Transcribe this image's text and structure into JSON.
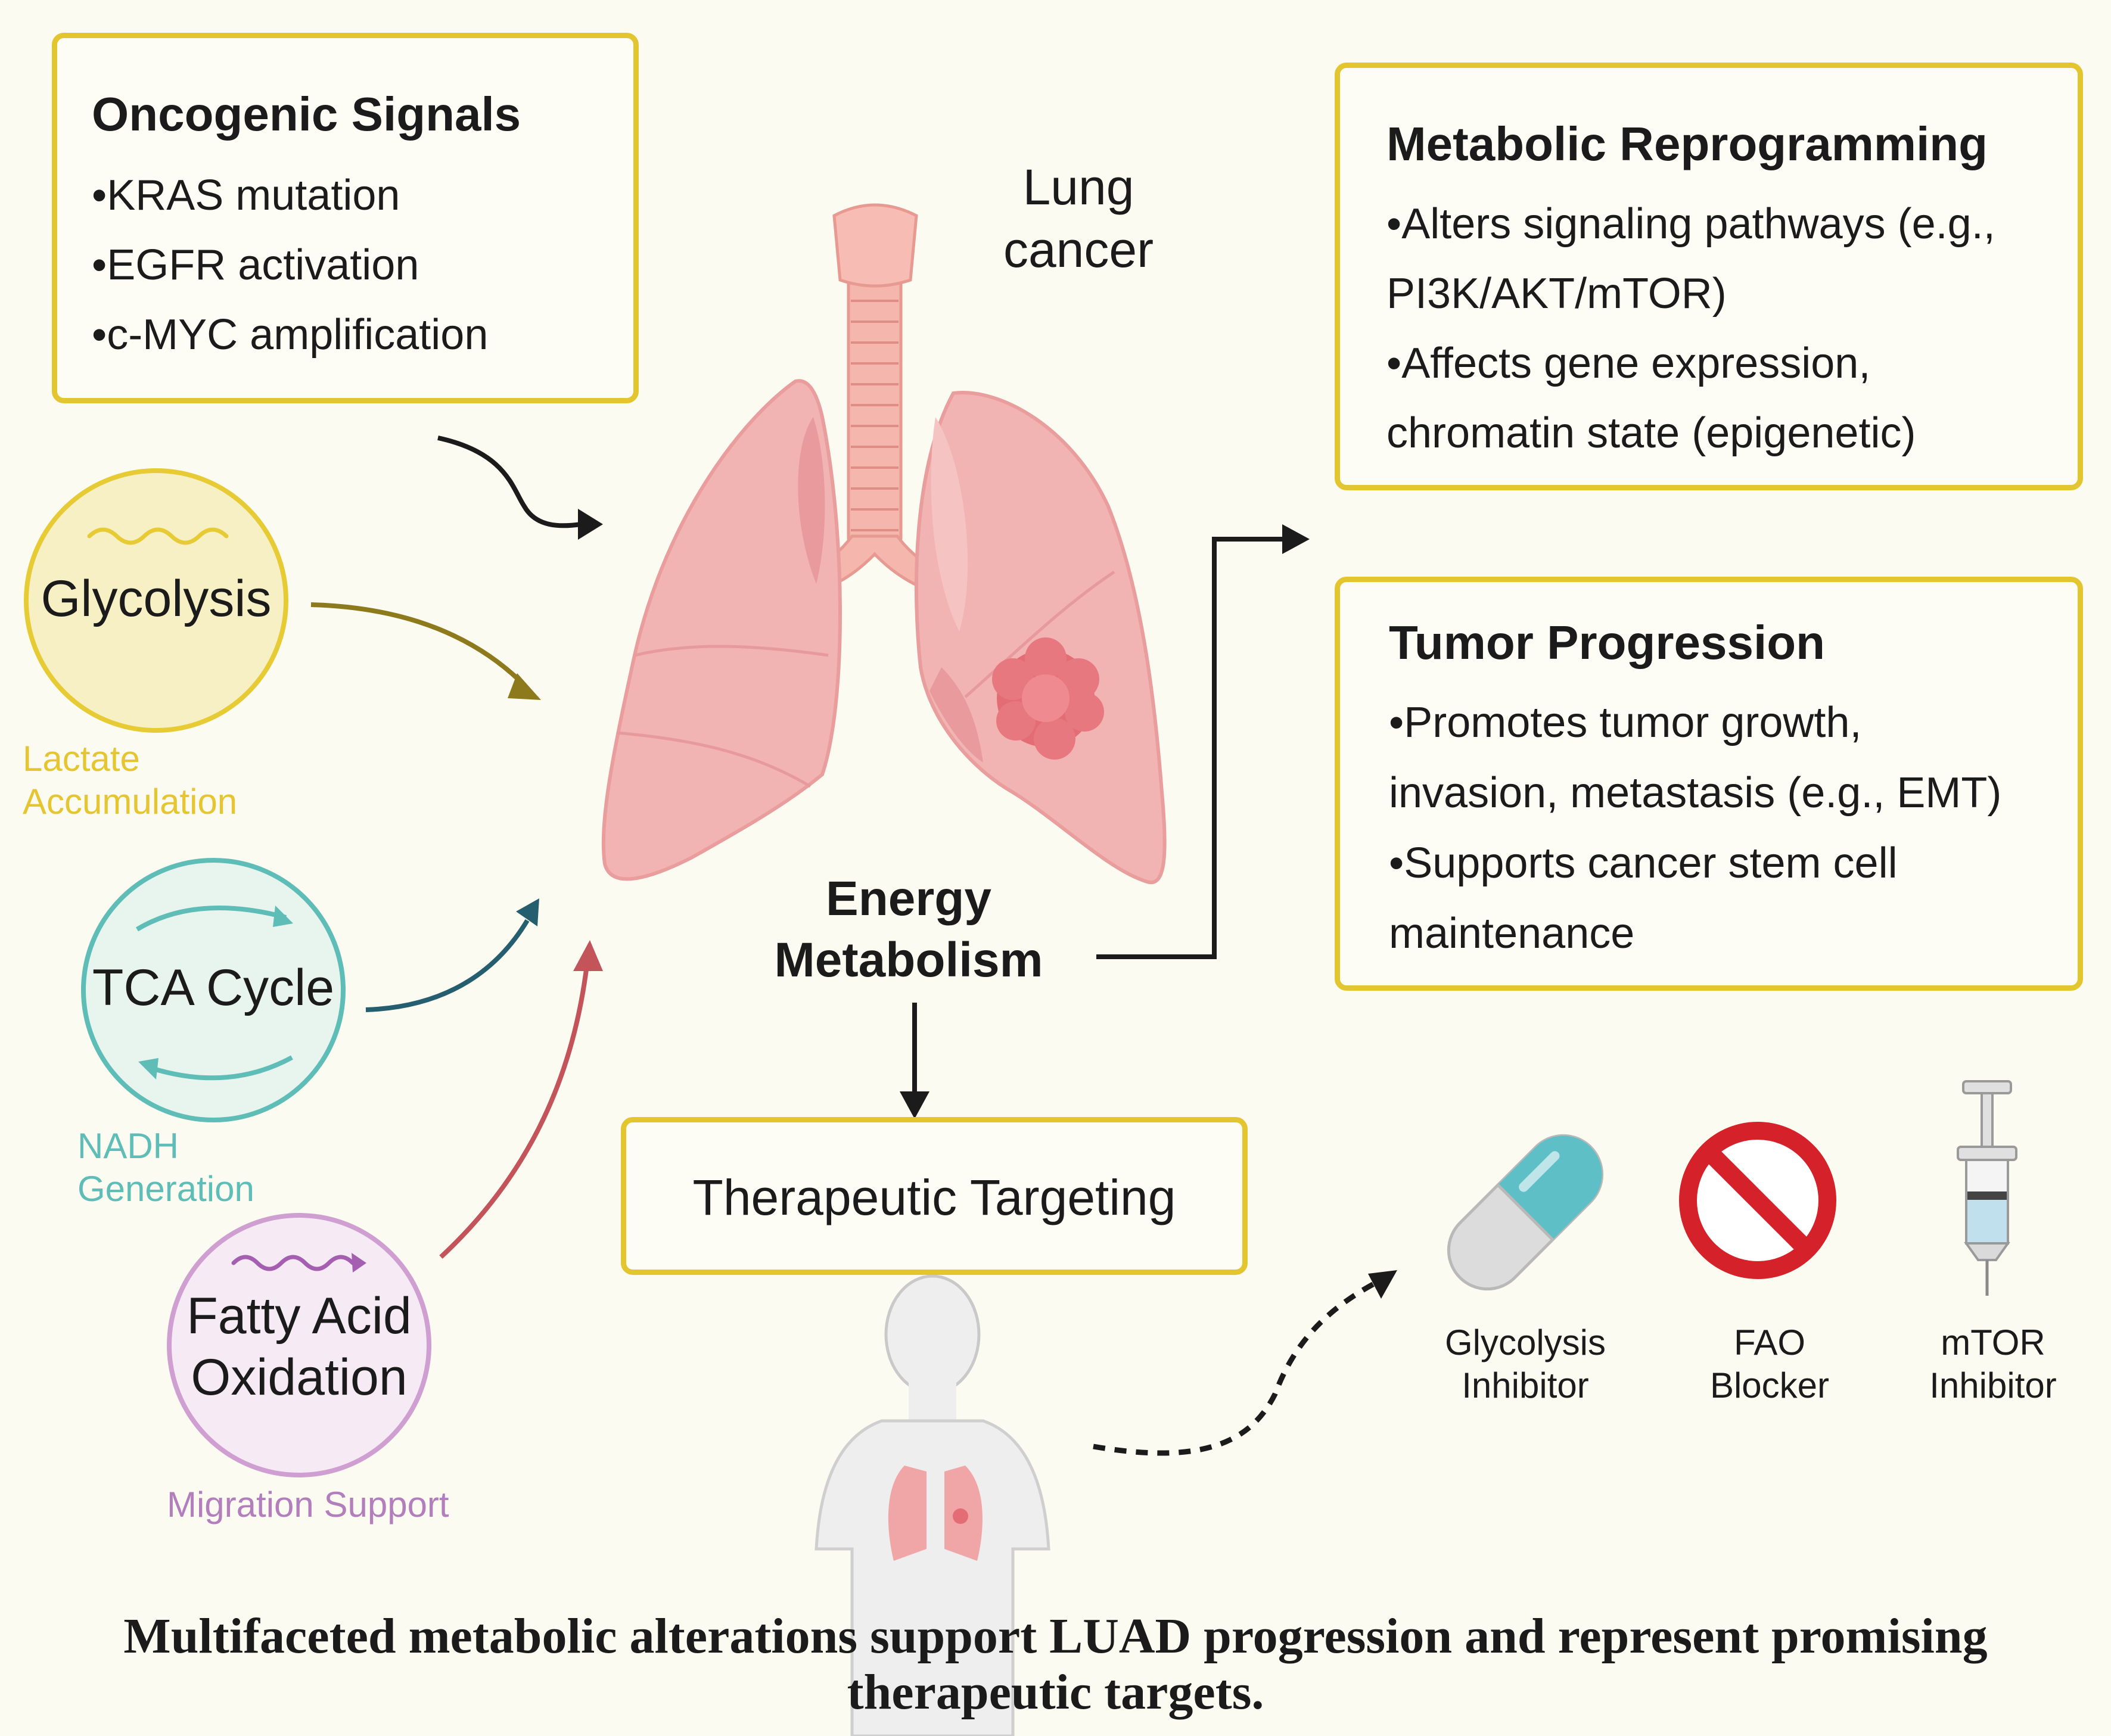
{
  "colors": {
    "background": "#fcfbf1",
    "box_border": "#e2c52f",
    "glycolysis": "#e7cb35",
    "tca": "#5fbdb7",
    "fao": "#cf9fd2",
    "lung": "#efa6a6",
    "tumor": "#e46c74"
  },
  "oncogenic": {
    "title": "Oncogenic Signals",
    "items": [
      "•KRAS mutation",
      "•EGFR activation",
      "•c-MYC amplification"
    ]
  },
  "lung_label": [
    "Lung",
    "cancer"
  ],
  "center_label": [
    "Energy",
    "Metabolism"
  ],
  "pathways": {
    "glycolysis": {
      "name": "Glycolysis",
      "sub": [
        "Lactate",
        "Accumulation"
      ]
    },
    "tca": {
      "name": "TCA Cycle",
      "sub": [
        "NADH",
        "Generation"
      ]
    },
    "fao": {
      "name": [
        "Fatty Acid",
        "Oxidation"
      ],
      "sub": "Migration Support"
    }
  },
  "reprogramming": {
    "title": "Metabolic Reprogramming",
    "lines": [
      "•Alters signaling pathways (e.g.,",
      "PI3K/AKT/mTOR)",
      "•Affects gene expression,",
      "chromatin state (epigenetic)"
    ]
  },
  "progression": {
    "title": "Tumor Progression",
    "lines": [
      "•Promotes tumor growth,",
      "invasion, metastasis (e.g., EMT)",
      "•Supports cancer stem cell",
      "maintenance"
    ]
  },
  "therapeutic": {
    "label": "Therapeutic Targeting"
  },
  "drugs": [
    {
      "icon": "capsule-icon",
      "label": [
        "Glycolysis",
        "Inhibitor"
      ]
    },
    {
      "icon": "prohibition-icon",
      "label": [
        "FAO",
        "Blocker"
      ]
    },
    {
      "icon": "syringe-icon",
      "label": [
        "mTOR",
        "Inhibitor"
      ]
    }
  ],
  "caption": [
    "Multifaceted metabolic alterations support LUAD progression and represent promising",
    "therapeutic targets."
  ]
}
